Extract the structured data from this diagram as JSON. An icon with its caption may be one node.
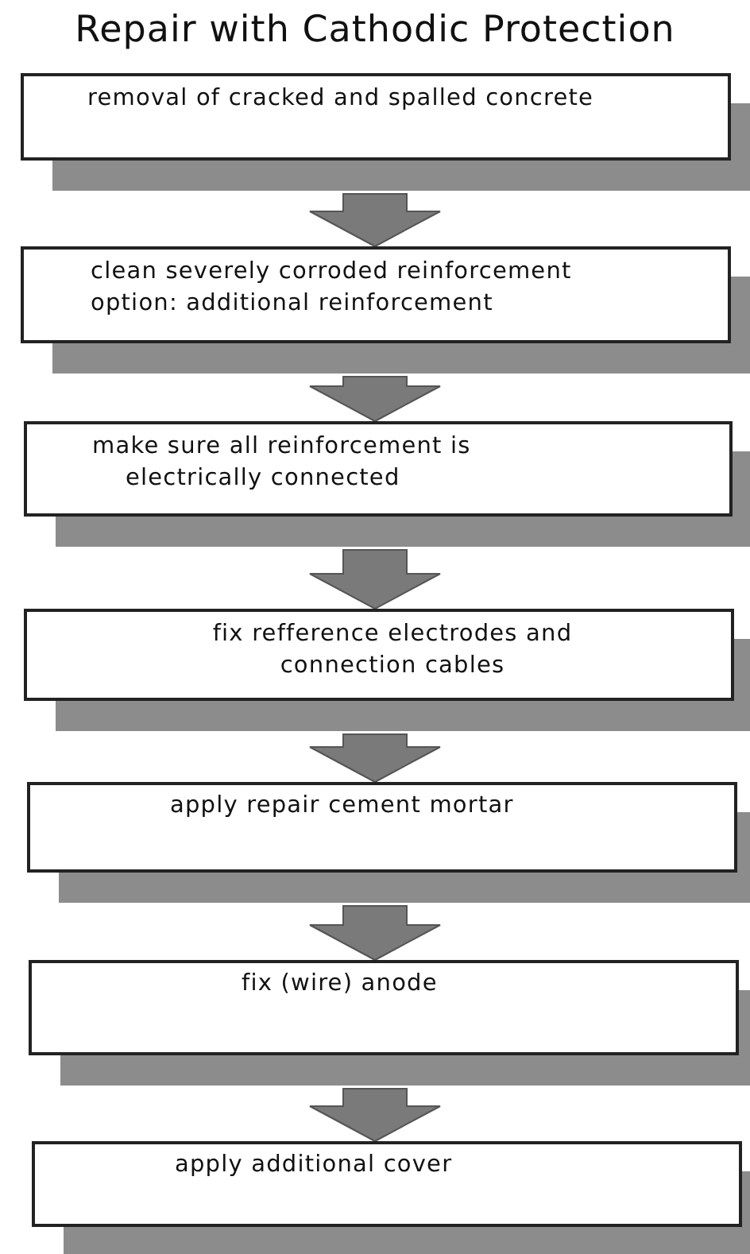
{
  "diagram": {
    "title": "Repair with Cathodic Protection",
    "nodes": [
      {
        "text": [
          "removal of cracked and spalled concrete"
        ]
      },
      {
        "text": [
          "clean severely corroded reinforcement option: additional reinforcement"
        ]
      },
      {
        "text": [
          "make sure all reinforcement is electrically connected"
        ]
      },
      {
        "text": [
          "fix refference electrodes and connection cables"
        ]
      },
      {
        "text": [
          "apply repair cement mortar"
        ]
      },
      {
        "text": [
          "fix (wire) anode"
        ]
      },
      {
        "text": [
          "apply additional cover"
        ]
      }
    ],
    "edges": [
      {
        "from": 0,
        "to": 1,
        "arrow": "to"
      },
      {
        "from": 1,
        "to": 2,
        "arrow": "to"
      },
      {
        "from": 2,
        "to": 3,
        "arrow": "to"
      },
      {
        "from": 3,
        "to": 4,
        "arrow": "to"
      },
      {
        "from": 4,
        "to": 5,
        "arrow": "to"
      },
      {
        "from": 5,
        "to": 6,
        "arrow": "to"
      }
    ]
  }
}
